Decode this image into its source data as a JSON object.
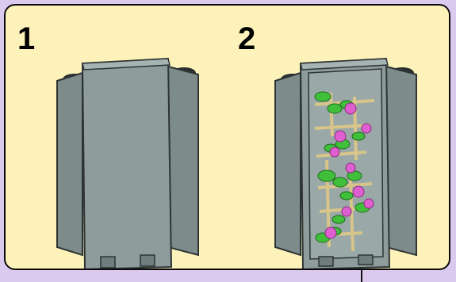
{
  "steps": [
    {
      "number": "1",
      "description_icon": "plain-panel-brick"
    },
    {
      "number": "2",
      "description_icon": "flower-vine-panel-brick"
    }
  ],
  "colors": {
    "page_background": "#dcc9ef",
    "card_background": "#fdf2ba",
    "brick_face": "#8e9c9c",
    "brick_side": "#6f7d7d",
    "vine_leaf": "#3fbf3a",
    "flower": "#e05fd0",
    "trellis": "#d8c58a"
  }
}
